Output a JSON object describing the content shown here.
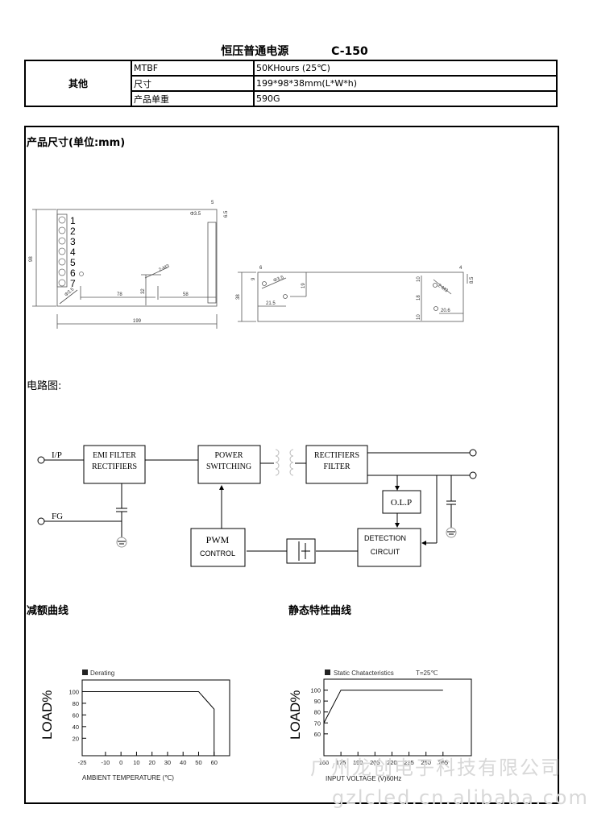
{
  "header": {
    "title": "恒压普通电源",
    "model": "C-150"
  },
  "spec_table": {
    "category": "其他",
    "rows": [
      {
        "key": "MTBF",
        "value": "50KHours  (25℃)"
      },
      {
        "key": "尺寸",
        "value": "199*98*38mm(L*W*h)"
      },
      {
        "key": "产品单重",
        "value": "590G"
      }
    ]
  },
  "sections": {
    "dimensions_title": "产品尺寸(单位:mm)",
    "circuit_title": "电路图:",
    "derating_title": "减额曲线",
    "static_title": "静态特性曲线"
  },
  "drawing_top": {
    "terminals": [
      "1",
      "2",
      "3",
      "4",
      "5",
      "6",
      "7"
    ],
    "dims": {
      "width": "98",
      "length": "199",
      "d78": "78",
      "d58": "58",
      "d32": "32",
      "d5": "5",
      "d6_5": "6.5",
      "hole1": "Φ3.5",
      "hole2": "Φ3.5",
      "m3": "2-M3"
    }
  },
  "drawing_side": {
    "dims": {
      "height": "38",
      "d6": "6",
      "d9": "9",
      "d19": "19",
      "d21_5": "21.5",
      "hole": "Φ3.5",
      "d4": "4",
      "d8_5": "8.5",
      "d10a": "10",
      "d18": "18",
      "d10b": "10",
      "d20_6": "20.6",
      "m3": "2-M3"
    }
  },
  "circuit": {
    "input_label": "I/P",
    "fg_label": "FG",
    "emi_line1": "EMI FILTER",
    "emi_line2": "RECTIFIERS",
    "power_line1": "POWER",
    "power_line2": "SWITCHING",
    "rect_line1": "RECTIFIERS",
    "rect_line2": "FILTER",
    "olp": "O.L.P",
    "det_line1": "DETECTION",
    "det_line2": "CIRCUIT",
    "pwm_line1": "PWM",
    "pwm_line2": "CONTROL"
  },
  "chart_data": [
    {
      "type": "line",
      "title": "Derating",
      "xlabel": "AMBIENT TEMPERATURE (℃)",
      "ylabel": "LOAD%",
      "x_ticks": [
        "-25",
        "-10",
        "0",
        "10",
        "20",
        "30",
        "40",
        "50",
        "60"
      ],
      "x_tick_values": [
        -25,
        -10,
        0,
        10,
        20,
        30,
        40,
        50,
        60
      ],
      "y_ticks": [
        "100",
        "80",
        "60",
        "40",
        "20"
      ],
      "y_tick_values": [
        100,
        80,
        60,
        40,
        20
      ],
      "xlim": [
        -25,
        70
      ],
      "ylim": [
        -10,
        120
      ],
      "series": [
        {
          "name": "Derating",
          "points": [
            [
              -25,
              100
            ],
            [
              50,
              100
            ],
            [
              60,
              70
            ],
            [
              60,
              -10
            ]
          ]
        }
      ],
      "grid": false,
      "legend": "top-left"
    },
    {
      "type": "line",
      "title": "Static Chatacteristics",
      "annotation": "T=25℃",
      "xlabel": "INPUT VOLTAGE (V)60Hz",
      "ylabel": "LOAD%",
      "x_ticks": [
        "160",
        "175",
        "190",
        "205",
        "220",
        "235",
        "250",
        "265"
      ],
      "x_tick_values": [
        160,
        175,
        190,
        205,
        220,
        235,
        250,
        265
      ],
      "y_ticks": [
        "100",
        "90",
        "80",
        "70",
        "60"
      ],
      "y_tick_values": [
        100,
        90,
        80,
        70,
        60
      ],
      "xlim": [
        160,
        290
      ],
      "ylim": [
        40,
        110
      ],
      "series": [
        {
          "name": "Static",
          "points": [
            [
              160,
              70
            ],
            [
              175,
              100
            ],
            [
              265,
              100
            ]
          ]
        }
      ],
      "grid": false,
      "legend": "top-left"
    }
  ],
  "watermark": {
    "company": "广州龙创电子科技有限公司",
    "site": "gzlcled.cn.alibaba.com"
  }
}
